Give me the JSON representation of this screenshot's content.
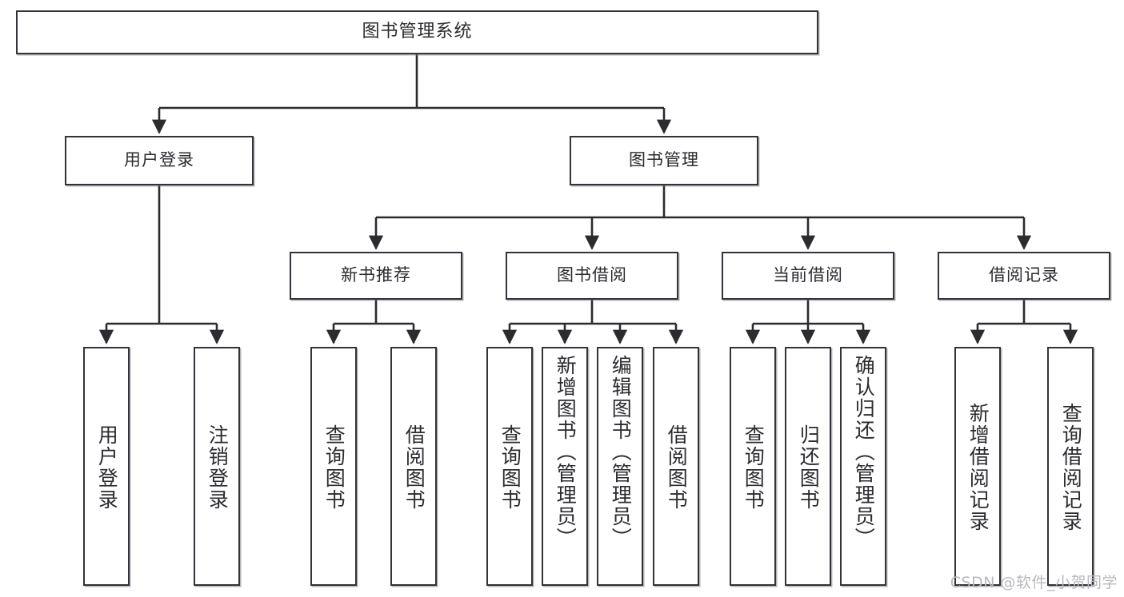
{
  "diagram": {
    "type": "tree-hierarchy",
    "title": "图书管理系统",
    "orientation": "top-down",
    "colors": {
      "box_border": "#32323a",
      "box_fill": "#ffffff",
      "edge": "#2b2b30",
      "text": "#2b2b30",
      "watermark": "#b9b9bd",
      "background": "#ffffff"
    },
    "root": {
      "label": "图书管理系统"
    },
    "level2": [
      {
        "label": "用户登录"
      },
      {
        "label": "图书管理"
      }
    ],
    "level3": [
      {
        "label": "新书推荐"
      },
      {
        "label": "图书借阅"
      },
      {
        "label": "当前借阅"
      },
      {
        "label": "借阅记录"
      }
    ],
    "leaves": {
      "user_login": [
        {
          "label": "用户登录"
        },
        {
          "label": "注销登录"
        }
      ],
      "new_book": [
        {
          "label": "查询图书"
        },
        {
          "label": "借阅图书"
        }
      ],
      "book_borrow": [
        {
          "label": "查询图书"
        },
        {
          "label": "新增图书（管理员）"
        },
        {
          "label": "编辑图书（管理员）"
        },
        {
          "label": "借阅图书"
        }
      ],
      "current_borrow": [
        {
          "label": "查询图书"
        },
        {
          "label": "归还图书"
        },
        {
          "label": "确认归还（管理员）"
        }
      ],
      "borrow_record": [
        {
          "label": "新增借阅记录"
        },
        {
          "label": "查询借阅记录"
        }
      ]
    }
  },
  "watermark": {
    "text": "CSDN @软件_小贺同学"
  }
}
